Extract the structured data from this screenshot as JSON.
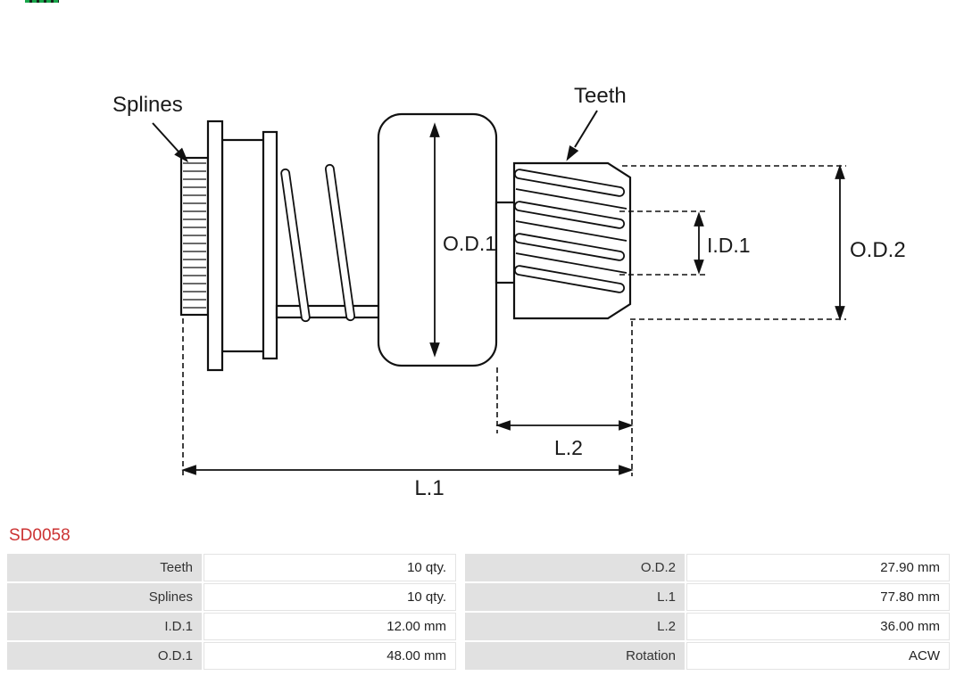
{
  "header": {
    "part_code": "SD0058"
  },
  "diagram": {
    "callouts": {
      "splines": "Splines",
      "teeth": "Teeth"
    },
    "dimension_labels": {
      "od1": "O.D.1",
      "id1": "I.D.1",
      "od2": "O.D.2",
      "l1": "L.1",
      "l2": "L.2"
    }
  },
  "spec_table": {
    "rows": [
      {
        "label_left": "Teeth",
        "value_left": "10 qty.",
        "label_right": "O.D.2",
        "value_right": "27.90 mm"
      },
      {
        "label_left": "Splines",
        "value_left": "10 qty.",
        "label_right": "L.1",
        "value_right": "77.80 mm"
      },
      {
        "label_left": "I.D.1",
        "value_left": "12.00 mm",
        "label_right": "L.2",
        "value_right": "36.00 mm"
      },
      {
        "label_left": "O.D.1",
        "value_left": "48.00 mm",
        "label_right": "Rotation",
        "value_right": "ACW"
      }
    ]
  },
  "colors": {
    "part_code_red": "#cc3333",
    "drawing_line": "#111111",
    "table_label_bg": "#e1e1e1",
    "table_border": "#e3e3e3"
  }
}
